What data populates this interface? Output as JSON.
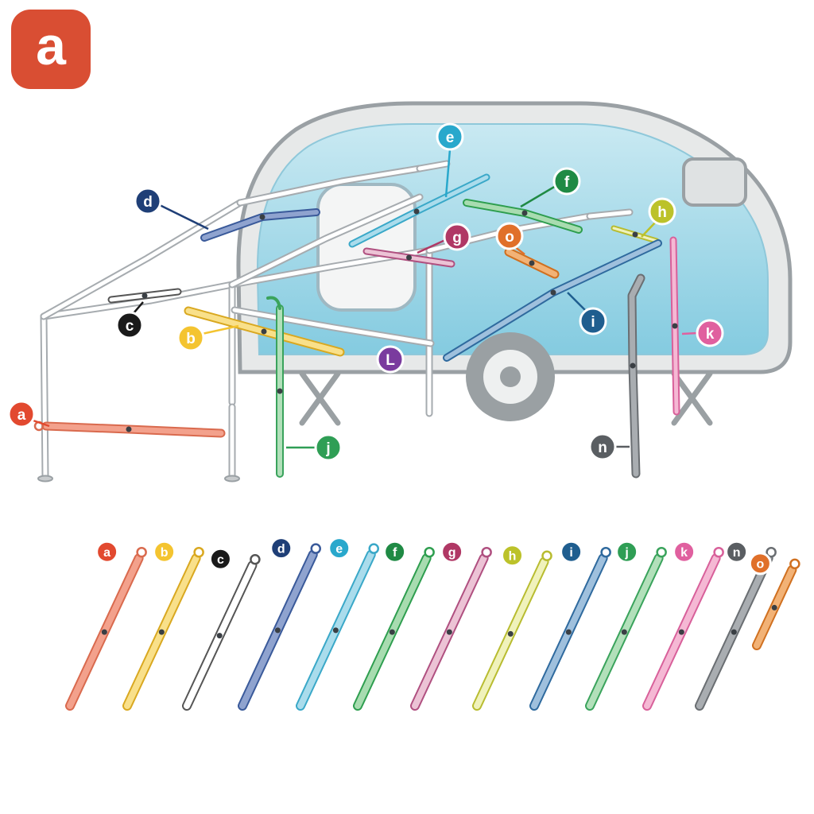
{
  "page": {
    "badge": "a",
    "badge_color": "#d94e33",
    "background": "#ffffff"
  },
  "caravan": {
    "body_color": "#e7e9e9",
    "outline_color": "#9aa0a4",
    "window_gradient_top": "#c9e9f2",
    "window_gradient_bottom": "#84cbe0",
    "wheel_color": "#9aa0a3",
    "frame_pole_color": "#ffffff",
    "frame_pole_outline": "#a6abaf"
  },
  "parts": [
    {
      "id": "a",
      "label": "a",
      "badge_color": "#e2492f",
      "pole_color": "#f3a18c",
      "pole_outline": "#d96a4e"
    },
    {
      "id": "b",
      "label": "b",
      "badge_color": "#f4c430",
      "pole_color": "#f9e08a",
      "pole_outline": "#d9a820"
    },
    {
      "id": "c",
      "label": "c",
      "badge_color": "#1a1a1a",
      "pole_color": "#ffffff",
      "pole_outline": "#555555"
    },
    {
      "id": "d",
      "label": "d",
      "badge_color": "#1f3f77",
      "pole_color": "#8fa3cf",
      "pole_outline": "#3a5a9a"
    },
    {
      "id": "e",
      "label": "e",
      "badge_color": "#29a8cc",
      "pole_color": "#aadcec",
      "pole_outline": "#3aa8c8"
    },
    {
      "id": "f",
      "label": "f",
      "badge_color": "#1f8a44",
      "pole_color": "#a8dcb0",
      "pole_outline": "#2e9e4f"
    },
    {
      "id": "g",
      "label": "g",
      "badge_color": "#b03865",
      "pole_color": "#ecc3d5",
      "pole_outline": "#b05080"
    },
    {
      "id": "h",
      "label": "h",
      "badge_color": "#bcc22a",
      "pole_color": "#f0f2bb",
      "pole_outline": "#b8bc30"
    },
    {
      "id": "i",
      "label": "i",
      "badge_color": "#1f5e8f",
      "pole_color": "#9fc0dd",
      "pole_outline": "#2f6a9e"
    },
    {
      "id": "j",
      "label": "j",
      "badge_color": "#2f9e55",
      "pole_color": "#b2e0ba",
      "pole_outline": "#3aa35c"
    },
    {
      "id": "k",
      "label": "k",
      "badge_color": "#e0609f",
      "pole_color": "#f5b8d4",
      "pole_outline": "#d8609a"
    },
    {
      "id": "l",
      "label": "L",
      "badge_color": "#7a3b9e"
    },
    {
      "id": "n",
      "label": "n",
      "badge_color": "#5a5e62",
      "pole_color": "#a9adb1",
      "pole_outline": "#6a6e72"
    },
    {
      "id": "o",
      "label": "o",
      "badge_color": "#e0702a",
      "pole_color": "#f2b276",
      "pole_outline": "#d07020"
    }
  ],
  "bottom_row_parts": [
    "a",
    "b",
    "c",
    "d",
    "e",
    "f",
    "g",
    "h",
    "i",
    "j",
    "k",
    "n",
    "o"
  ]
}
